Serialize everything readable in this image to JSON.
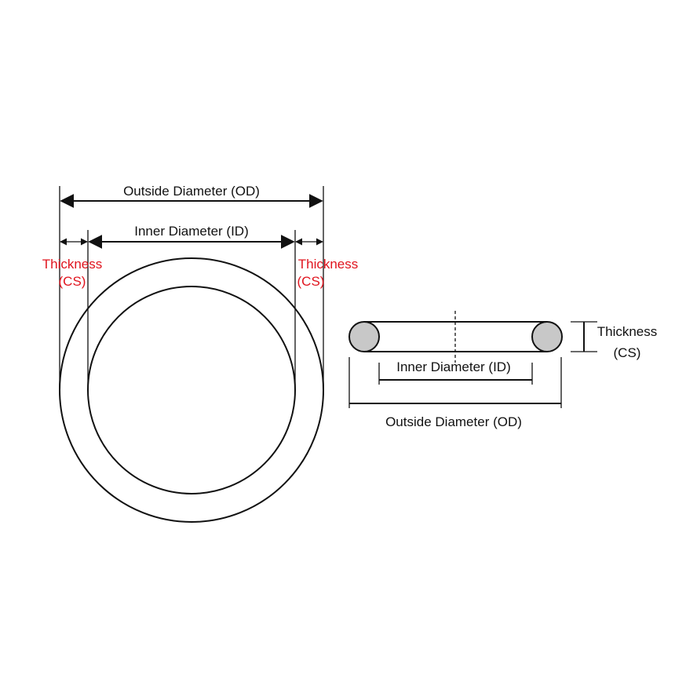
{
  "front_view": {
    "outside_diameter_label": "Outside Diameter (OD)",
    "inner_diameter_label": "Inner Diameter (ID)",
    "thickness_left": {
      "line1": "Thickness",
      "line2": "(CS)"
    },
    "thickness_right": {
      "line1": "Thickness",
      "line2": "(CS)"
    }
  },
  "side_view": {
    "thickness": {
      "line1": "Thickness",
      "line2": "(CS)"
    },
    "inner_diameter_label": "Inner Diameter (ID)",
    "outside_diameter_label": "Outside Diameter (OD)"
  },
  "colors": {
    "line": "#111111",
    "thickness_text": "#e0141e",
    "cross_section_fill": "#c8c8c8"
  }
}
